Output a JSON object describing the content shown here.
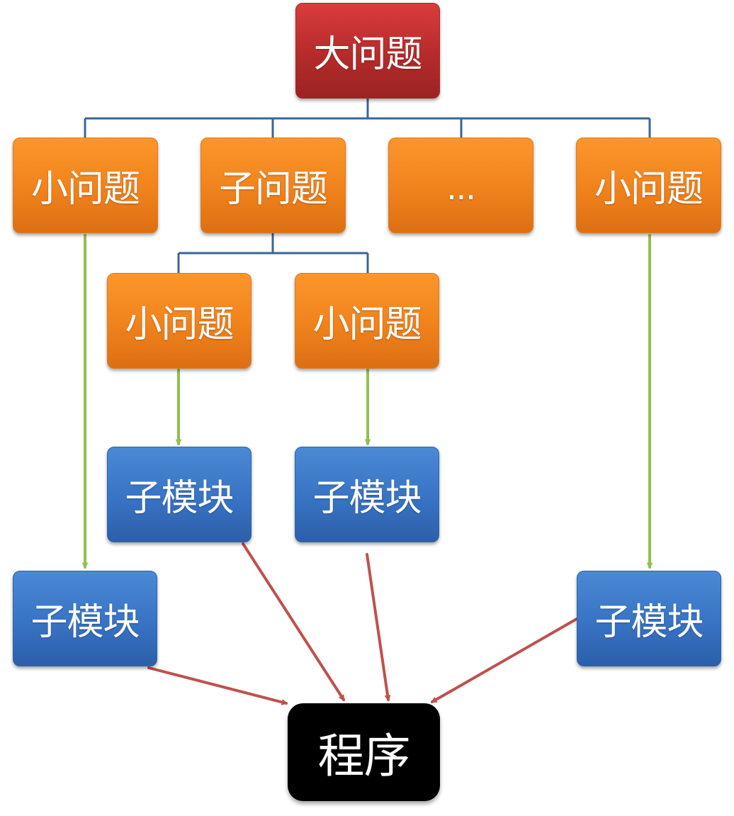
{
  "nodes": {
    "root": "大问题",
    "level1_a": "小问题",
    "level1_b": "子问题",
    "level1_c": "...",
    "level1_d": "小问题",
    "level2_a": "小问题",
    "level2_b": "小问题",
    "module_a": "子模块",
    "module_b": "子模块",
    "module_left": "子模块",
    "module_right": "子模块",
    "program": "程序"
  },
  "colors": {
    "root": "#c0302f",
    "problem": "#f58a22",
    "module": "#3a78c8",
    "program": "#000000",
    "tree_line": "#3c6496",
    "decompose_arrow": "#93bf4d",
    "compose_arrow": "#c0504d"
  }
}
